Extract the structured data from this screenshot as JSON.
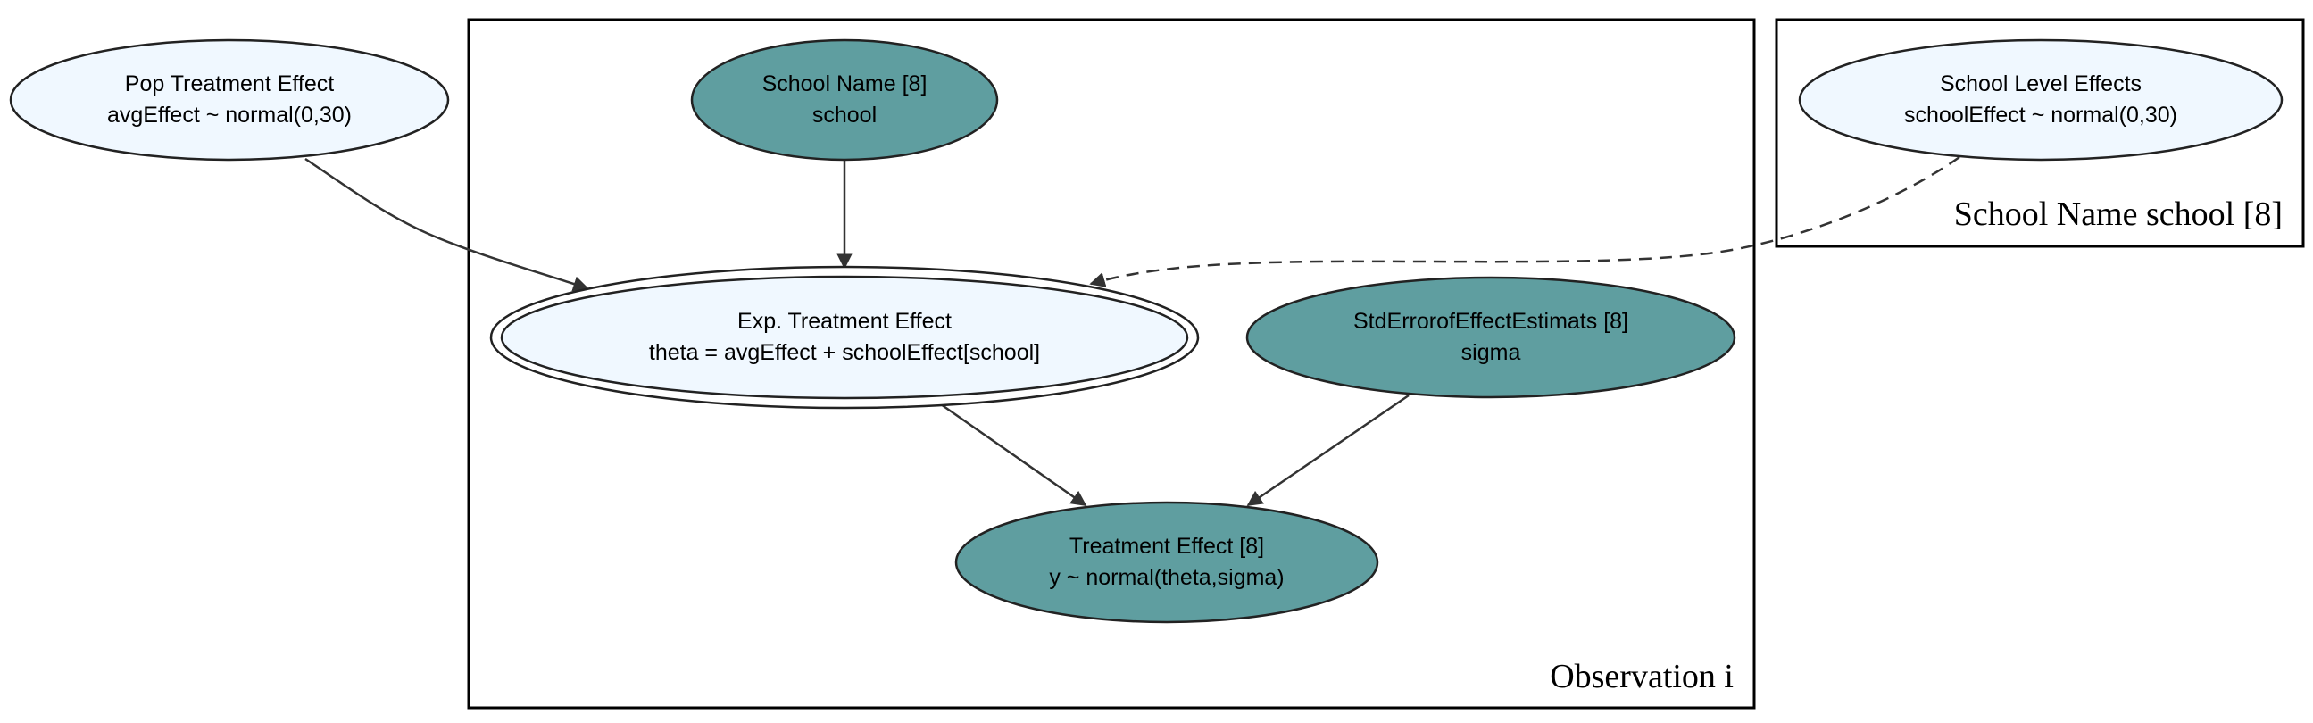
{
  "colors": {
    "observed_node_fill": "#5f9ea0",
    "latent_node_fill": "#f0f8ff",
    "edge_stroke": "#333333",
    "plate_stroke": "#000000"
  },
  "plates": {
    "observation": {
      "label": "Observation i"
    },
    "school": {
      "label": "School Name school [8]"
    }
  },
  "nodes": {
    "pop_treatment_effect": {
      "title": "Pop Treatment Effect",
      "expression": "avgEffect ~ normal(0,30)",
      "kind": "latent"
    },
    "school_name": {
      "title": "School Name [8]",
      "expression": "school",
      "kind": "observed"
    },
    "exp_treatment_effect": {
      "title": "Exp. Treatment Effect",
      "expression": "theta = avgEffect + schoolEffect[school]",
      "kind": "deterministic"
    },
    "std_error": {
      "title": "StdErrorofEffectEstimats [8]",
      "expression": "sigma",
      "kind": "observed"
    },
    "treatment_effect": {
      "title": "Treatment Effect [8]",
      "expression": "y ~ normal(theta,sigma)",
      "kind": "observed"
    },
    "school_level_effects": {
      "title": "School Level Effects",
      "expression": "schoolEffect ~ normal(0,30)",
      "kind": "latent"
    }
  },
  "edges": [
    {
      "from": "pop_treatment_effect",
      "to": "exp_treatment_effect",
      "style": "solid"
    },
    {
      "from": "school_name",
      "to": "exp_treatment_effect",
      "style": "solid"
    },
    {
      "from": "school_level_effects",
      "to": "exp_treatment_effect",
      "style": "dashed"
    },
    {
      "from": "exp_treatment_effect",
      "to": "treatment_effect",
      "style": "solid"
    },
    {
      "from": "std_error",
      "to": "treatment_effect",
      "style": "solid"
    }
  ]
}
